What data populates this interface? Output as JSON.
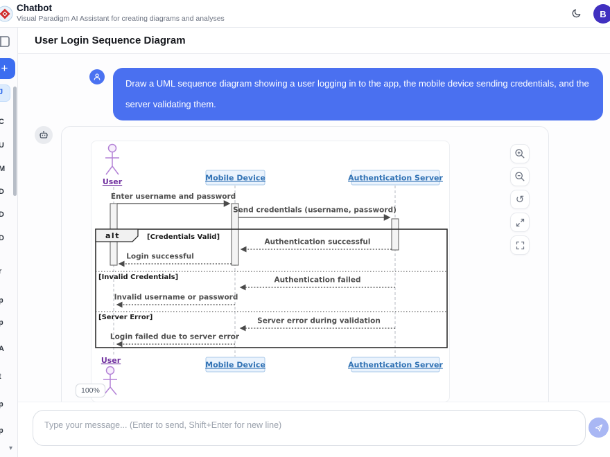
{
  "header": {
    "app_title": "Chatbot",
    "subtitle": "Visual Paradigm AI Assistant for creating diagrams and analyses",
    "avatar_initial": "B"
  },
  "titlebar": {
    "title": "User Login Sequence Diagram"
  },
  "sidebar": {
    "new_chat_label": "+",
    "items": [
      "J",
      "C",
      "U",
      "M",
      "D",
      "D",
      "D",
      "r",
      "p",
      "p",
      "A",
      "t",
      "p",
      "p"
    ],
    "down_arrow": "▾"
  },
  "chat": {
    "user_message": "Draw a UML sequence diagram showing a user logging in to the app, the mobile device sending credentials, and the server validating them."
  },
  "diagram": {
    "zoom_badge": "100%",
    "actors": {
      "user": "User",
      "mobile": "Mobile Device",
      "server": "Authentication Server"
    },
    "fragment": {
      "operator": "alt",
      "guard_valid": "[Credentials Valid]",
      "guard_invalid": "[Invalid Credentials]",
      "guard_error": "[Server Error]"
    },
    "messages": {
      "m1": "Enter username and password",
      "m2": "Send credentials (username, password)",
      "m3": "Authentication successful",
      "m4": "Login successful",
      "m5": "Authentication failed",
      "m6": "Invalid username or password",
      "m7": "Server error during validation",
      "m8": "Login failed due to server error"
    }
  },
  "icons": {
    "reset_glyph": "↺"
  },
  "input": {
    "placeholder": "Type your message... (Enter to send, Shift+Enter for new line)"
  }
}
